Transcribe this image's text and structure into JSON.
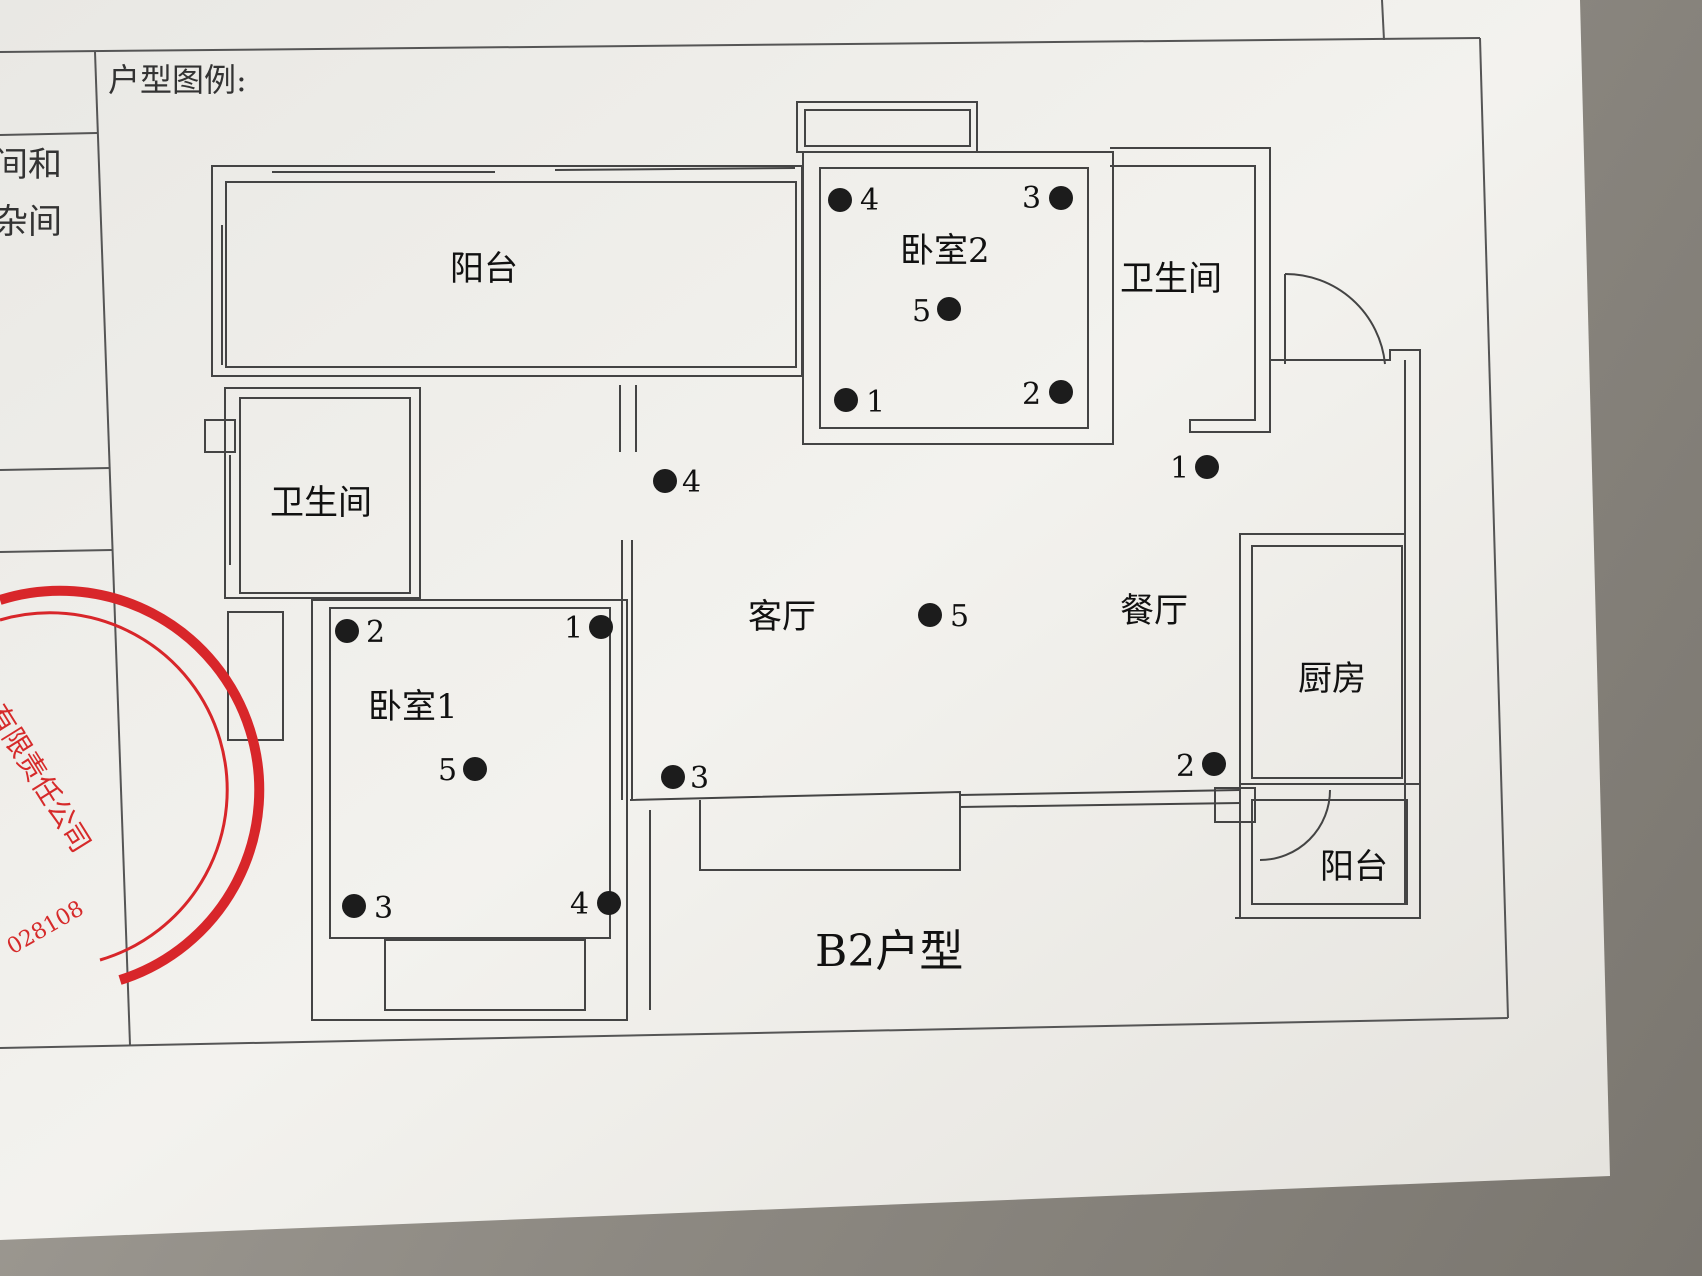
{
  "legend": {
    "title": "户型图例:"
  },
  "side_fragment": {
    "line1": "间和",
    "line2": "杂间"
  },
  "plan": {
    "title": "B2户型",
    "rooms": {
      "balcony_top": "阳台",
      "bedroom2": "卧室2",
      "bath_top": "卫生间",
      "bath_left": "卫生间",
      "bedroom1": "卧室1",
      "living": "客厅",
      "dining": "餐厅",
      "kitchen": "厨房",
      "balcony_small": "阳台"
    },
    "points": {
      "bedroom2": [
        "4",
        "3",
        "5",
        "1",
        "2"
      ],
      "living": [
        "4",
        "1",
        "5",
        "3"
      ],
      "dining": [
        "1",
        "2"
      ],
      "bedroom1": [
        "2",
        "5",
        "3",
        "4"
      ]
    }
  },
  "stamp": {
    "line1": "有限责任公司",
    "code": "028108"
  }
}
